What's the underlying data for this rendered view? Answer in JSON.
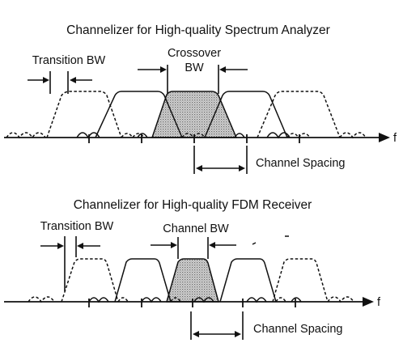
{
  "panels": [
    {
      "title": "Channelizer for High-quality Spectrum Analyzer",
      "transition_label": "Transition BW",
      "middle_label_line1": "Crossover",
      "middle_label_line2": "BW",
      "axis_label": "f",
      "spacing_label": "Channel Spacing"
    },
    {
      "title": "Channelizer for High-quality FDM Receiver",
      "transition_label": "Transition BW",
      "middle_label_line1": "Channel BW",
      "axis_label": "f",
      "spacing_label": "Channel Spacing"
    }
  ],
  "colors": {
    "ink": "#111111",
    "shade": "#bdbdbd",
    "background": "#ffffff"
  }
}
